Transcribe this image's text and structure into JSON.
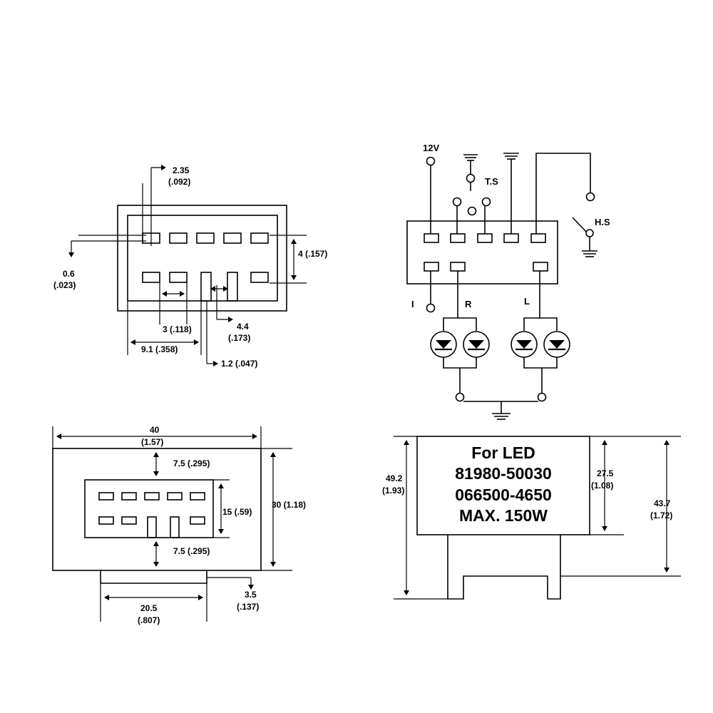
{
  "connector_top_view": {
    "pin_width": {
      "mm": "2.35",
      "inch": "(.092)"
    },
    "pin_thickness": {
      "mm": "0.6",
      "inch": "(.023)"
    },
    "row_spacing": "4 (.157)",
    "pin_gap": "3 (.118)",
    "wide_pin_width": {
      "mm": "4.4",
      "inch": "(.173)"
    },
    "offset": "9.1 (.358)",
    "wide_pin_gap": "1.2 (.047)"
  },
  "wiring": {
    "supply": "12V",
    "turn_switch": "T.S",
    "hazard_switch": "H.S",
    "terminal_i": "I",
    "terminal_r": "R",
    "terminal_l": "L"
  },
  "housing_bottom_view": {
    "width": {
      "mm": "40",
      "inch": "(1.57)"
    },
    "height": "30 (1.18)",
    "top_margin": "7.5 (.295)",
    "bottom_margin": "7.5 (.295)",
    "socket_height": "15 (.59)",
    "base_width": {
      "mm": "20.5",
      "inch": "(.807)"
    },
    "base_depth": {
      "mm": "3.5",
      "inch": "(.137)"
    }
  },
  "side_view": {
    "label_lines": [
      "For LED",
      "81980-50030",
      "066500-4650",
      "MAX. 150W"
    ],
    "total_height": {
      "mm": "49.2",
      "inch": "(1.93)"
    },
    "body_height": {
      "mm": "27.5",
      "inch": "(1.08)"
    },
    "overall_height": {
      "mm": "43.7",
      "inch": "(1.72)"
    }
  }
}
